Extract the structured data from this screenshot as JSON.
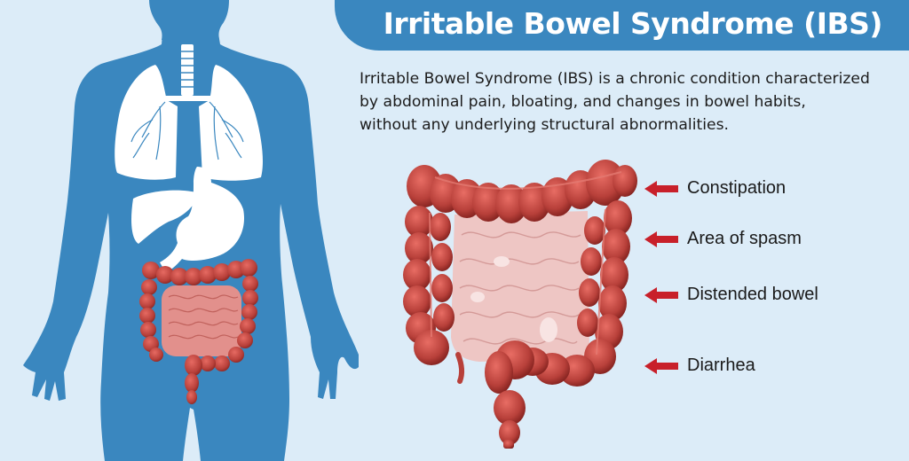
{
  "banner": {
    "title": "Irritable Bowel Syndrome (IBS)",
    "color": "#3a87bf"
  },
  "description": {
    "lines": [
      "Irritable Bowel Syndrome (IBS) is a chronic condition characterized",
      "by abdominal pain, bloating, and changes in bowel habits,",
      "without any underlying structural abnormalities."
    ]
  },
  "colors": {
    "background": "#dcecf8",
    "body_silhouette": "#3a87bf",
    "organs_white": "#ffffff",
    "colon": "#b8403a",
    "small_intestine": "#e8b6b4",
    "arrow": "#c8202a"
  },
  "labels": [
    {
      "text": "Constipation",
      "icon": "left-arrow-icon"
    },
    {
      "text": "Area of spasm",
      "icon": "left-arrow-icon"
    },
    {
      "text": "Distended bowel",
      "icon": "left-arrow-icon"
    },
    {
      "text": "Diarrhea",
      "icon": "left-arrow-icon"
    }
  ],
  "figures": {
    "body": "human-body-silhouette",
    "organs": [
      "trachea",
      "lungs",
      "liver",
      "stomach",
      "intestines"
    ],
    "detail": "enlarged-large-intestine"
  }
}
